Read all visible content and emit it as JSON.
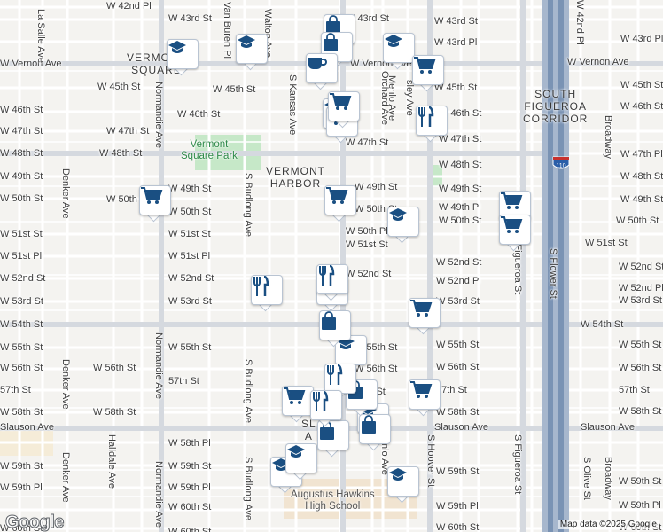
{
  "map": {
    "copyright": "Map data ©2025 Google",
    "logo": "Google",
    "colors": {
      "background": "#f4f3f0",
      "street": "#ffffff",
      "arterial": "#d7dbe1",
      "freeway": "#7a93b4",
      "park": "#c6e8c8",
      "school": "#f1e4d1",
      "poi_icon": "#1a4f82"
    }
  },
  "area_labels": {
    "vermont_square_1": "VERMONT",
    "vermont_square_2": "SQUARE",
    "south_figueroa_1": "SOUTH",
    "south_figueroa_2": "FIGUEROA",
    "south_figueroa_3": "CORRIDOR",
    "vermont_harbor_1": "VERMONT",
    "vermont_harbor_2": "HARBOR",
    "slauson_1": "SL",
    "slauson_2": "A"
  },
  "park": {
    "name_1": "Vermont",
    "name_2": "Square Park"
  },
  "school": {
    "name_1": "Augustus Hawkins",
    "name_2": "High School"
  },
  "freeway_shield": "110",
  "horizontal_streets": [
    {
      "id": "w42nd",
      "left": "W 42nd Pl",
      "right": ""
    },
    {
      "id": "w43rd",
      "left": "W 43rd St",
      "right": "W 43rd St"
    },
    {
      "id": "w43pl",
      "left": "W 43rd Pl",
      "right": "W 43rd Pl"
    },
    {
      "id": "vernon",
      "left": "W Vernon Ave",
      "right": "W Vernon Ave"
    },
    {
      "id": "w45",
      "left": "W 45th St",
      "right": "W 45th St"
    },
    {
      "id": "w46",
      "left": "W 46th St",
      "right": "W 46th St"
    },
    {
      "id": "w47",
      "left": "W 47th St",
      "right": "W 47th St"
    },
    {
      "id": "w48",
      "left": "W 48th St",
      "right": "W 48th St"
    },
    {
      "id": "w49",
      "left": "W 49th St",
      "right": "W 49th St"
    },
    {
      "id": "w50",
      "left": "W 50th St",
      "right": "W 50th St"
    },
    {
      "id": "w51",
      "left": "W 51st St",
      "right": "W 51st St"
    },
    {
      "id": "w52",
      "left": "W 52nd St",
      "right": "W 52nd St"
    },
    {
      "id": "w53",
      "left": "W 53rd St",
      "right": "W 53rd St"
    },
    {
      "id": "w54",
      "left": "W 54th St",
      "right": "W 54th St"
    },
    {
      "id": "w55",
      "left": "W 55th St",
      "right": "W 55th St"
    },
    {
      "id": "w56",
      "left": "W 56th St",
      "right": "W 56th St"
    },
    {
      "id": "w57",
      "left": "57th St",
      "right": "57th St"
    },
    {
      "id": "w58",
      "left": "W 58th St",
      "right": "W 58th St"
    },
    {
      "id": "slauson",
      "left": "Slauson Ave",
      "right": "Slauson Ave"
    },
    {
      "id": "w58pl",
      "left": "W 58th Pl",
      "right": ""
    },
    {
      "id": "w59",
      "left": "W 59th St",
      "right": "W 59th St"
    },
    {
      "id": "w59pl",
      "left": "W 59th Pl",
      "right": "W 59th Pl"
    },
    {
      "id": "w60",
      "left": "W 60th St",
      "right": "W 60th St"
    }
  ],
  "street_labels": {
    "w42pl_a": "W 42nd Pl",
    "w43st_a": "W 43rd St",
    "w43st_b": "W 43rd St",
    "w43rd_far": "W 43rd Pl",
    "vernon_a": "W Vernon Ave",
    "vernon_b": "W Vernon Ave",
    "vernon_c": "W Vernon Ave",
    "w45_a": "W 45th St",
    "w45_b": "W 45th St",
    "w45_c": "W 45th St",
    "w45_d": "W 45th St",
    "w46_a": "W 46th St",
    "w46_b": "W 46th St",
    "w46_c": "W 46th St",
    "w46_d": "W 46th St",
    "w47_a": "W 47th St",
    "w47_b": "W 47th St",
    "w47_c": "W 47th St",
    "w47_d": "W 47th Pl",
    "w48_a": "W 48th St",
    "w48_b": "W 48th St",
    "w48_c": "W 48th St",
    "w48_d": "W 48th St",
    "w49_a": "W 49th St",
    "w49_b": "W 49th St",
    "w49_c": "W 49th St",
    "w49_d": "W 49th St",
    "w49_e": "W 49th Pl",
    "w50_a": "W 50th St",
    "w50_b": "W 50th St",
    "w50_c": "W 50th St",
    "w50_d": "W 50th St",
    "w50pl": "W 50th Pl",
    "w51_a": "W 51st St",
    "w51_b": "W 51st St",
    "w51_c": "W 51st St",
    "w51_d": "W 51st St",
    "w51pl_a": "W 51st Pl",
    "w51pl_b": "W 51st Pl",
    "w52_a": "W 52nd St",
    "w52_b": "W 52nd St",
    "w52_c": "W 52nd St",
    "w52_d": "W 52nd St",
    "w52pl_a": "W 52nd Pl",
    "w52pl_b": "W 52nd Pl",
    "w53_a": "W 53rd St",
    "w53_b": "W 53rd St",
    "w53_c": "W 53rd St",
    "w53_d": "W 53rd St",
    "w54_a": "W 54th St",
    "w54_b": "W 54th St",
    "w55_a": "W 55th St",
    "w55_b": "W 55th St",
    "w55_c": "W 55th St",
    "w55_d": "W 55th St",
    "w56_a": "W 56th St",
    "w56_b": "W 56th St",
    "w56_c": "W 56th St",
    "w56_d": "W 56th St",
    "w57_a": "57th St",
    "w57_b": "57th St",
    "w57_c": "57th St",
    "w57_d": "57th St",
    "w58_a": "W 58th St",
    "w58_b": "W 58th St",
    "w58_c": "W 58th St",
    "w58_d": "W 58th St",
    "slauson_a": "Slauson Ave",
    "slauson_b": "Slauson Ave",
    "slauson_c": "Slauson Ave",
    "w58pl_a": "W 58th Pl",
    "w58pl_b": "W 58th Pl",
    "w59_a": "W 59th St",
    "w59_b": "W 59th St",
    "w59_c": "W 59th St",
    "w59_d": "W 59th St",
    "w59pl_a": "W 59th Pl",
    "w59pl_b": "W 59th Pl",
    "w59pl_c": "W 59th Pl",
    "w60_a": "W 60th St",
    "w60_b": "W 60th St",
    "w60_c": "W 60th St",
    "w60_d": "W 60th St",
    "w50_far": "W 50th St",
    "w51_far": "W 51st St",
    "w52_far": "W 52nd St",
    "w52pl_far": "W 52nd Pl",
    "w53_far": "W 53rd St",
    "w54_far": "W 54th St",
    "w55_far": "W 55th St",
    "w56_far": "W 56th St",
    "w57_far": "57th St",
    "w58_far": "W 58th St",
    "w59_far": "W 59th St",
    "w59pl_far": "W 59th Pl",
    "w60_far": "W 60th St",
    "w45_far": "W 45th St",
    "w46_far": "W 46th St",
    "w47_far": "W 47th Pl",
    "w48_far": "W 48th St",
    "w49_far": "W 49th St",
    "vernon_far": "W Vernon Ave",
    "w43_far": "W 43rd St",
    "w42_top": "W 42nd Pl"
  },
  "vertical_streets": {
    "la_salle": "La Salle Ave",
    "van_buren": "Van Buren Pl",
    "walton": "Walton Ave",
    "normandie_a": "Normandie Ave",
    "normandie_b": "Normandie Ave",
    "normandie_c": "Normandie Ave",
    "denker_a": "Denker Ave",
    "denker_b": "Denker Ave",
    "denker_c": "Denker Ave",
    "halldale": "Halldale Ave",
    "budlong_a": "S Budlong Ave",
    "budlong_b": "S Budlong Ave",
    "budlong_c": "S Budlong Ave",
    "kansas": "S Kansas Ave",
    "orchard": "Orchard Ave",
    "menlo_a": "Menlo Ave",
    "menlo_b": "nlo Ave",
    "hoover": "S Hoover St",
    "sley": "sley Ave",
    "figueroa_a": "S Figueroa St",
    "figueroa_b": "S Figueroa St",
    "flower": "S Flower St",
    "broadway_a": "Broadway",
    "broadway_b": "Broadway",
    "olive": "S Olive St",
    "w42_edge": "W 42nd Pl"
  },
  "pois": [
    {
      "type": "school",
      "label": "school-marker"
    },
    {
      "type": "school",
      "label": "school-marker"
    },
    {
      "type": "shopping",
      "label": "shopping-marker"
    },
    {
      "type": "cafe",
      "label": "cafe-marker"
    },
    {
      "type": "cart",
      "label": "grocery-marker"
    },
    {
      "type": "restaurant",
      "label": "restaurant-marker"
    }
  ]
}
